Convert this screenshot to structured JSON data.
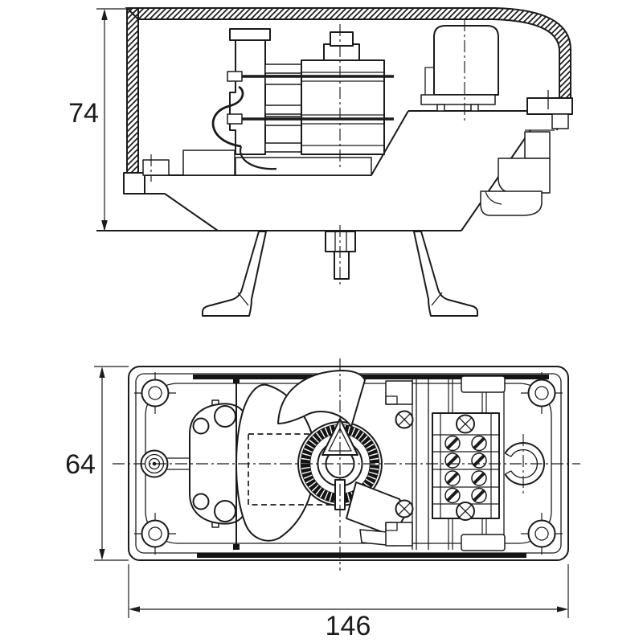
{
  "page": {
    "background": "#ffffff",
    "line_color": "#1b1b1b"
  },
  "drawing": {
    "views": {
      "side_elevation": {
        "id": "side-elevation"
      },
      "bottom_plan": {
        "id": "bottom-plan"
      }
    },
    "dimensions": {
      "side_height": "74",
      "plan_height": "64",
      "plan_width": "146"
    }
  }
}
